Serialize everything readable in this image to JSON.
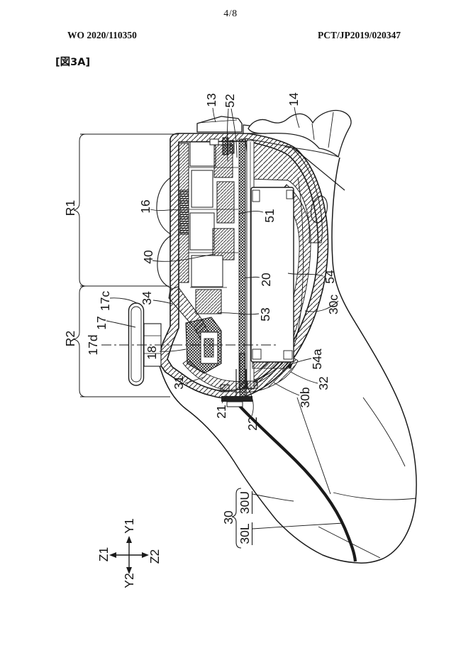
{
  "page": {
    "page_number": "4/8",
    "publication_number": "WO 2020/110350",
    "application_number": "PCT/JP2019/020347",
    "figure_tag": "[図3A]"
  },
  "figure": {
    "description": "Cross-section drawing of a game controller (rotated 90°)",
    "reference_labels": {
      "r1": "R1",
      "r2": "R2",
      "n13": "13",
      "n52": "52",
      "n14": "14",
      "n16": "16",
      "n40": "40",
      "n51": "51",
      "n20": "20",
      "n53": "53",
      "n54": "54",
      "n30c": "30c",
      "n54a": "54a",
      "n17c": "17c",
      "n17": "17",
      "n17d": "17d",
      "n34": "34",
      "n18": "18",
      "n31": "31",
      "n21": "21",
      "n22": "22",
      "n30b": "30b",
      "n32": "32",
      "n30": "30",
      "n30u": "30U",
      "n30l": "30L"
    },
    "axis_labels": {
      "y1": "Y1",
      "y2": "Y2",
      "z1": "Z1",
      "z2": "Z2"
    }
  },
  "colors": {
    "ink": "#1a1a1a",
    "paper": "#ffffff"
  }
}
